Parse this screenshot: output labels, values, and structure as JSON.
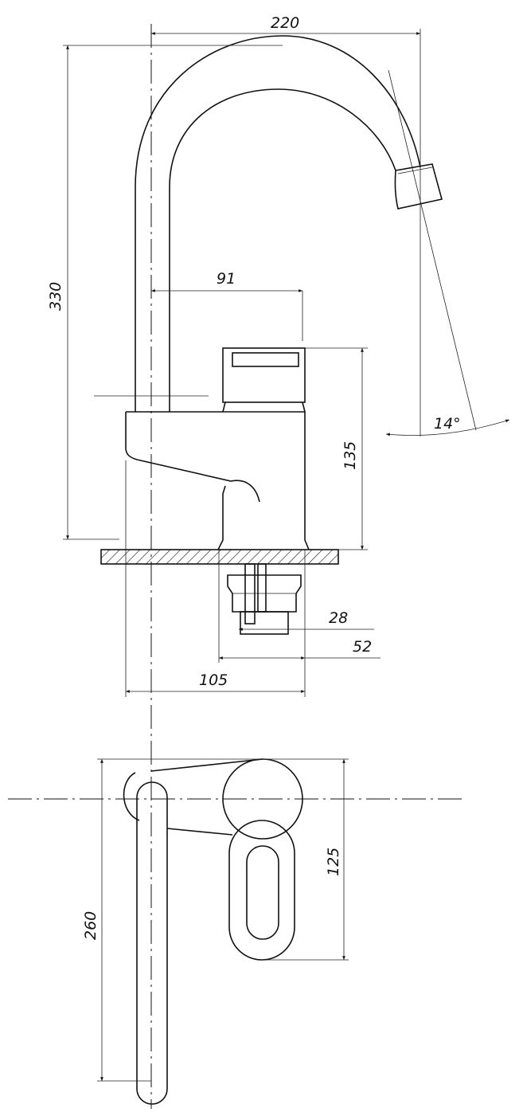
{
  "drawing": {
    "title": "Faucet technical drawing",
    "dimensions": {
      "total_reach": "220",
      "total_height": "330",
      "handle_offset": "91",
      "body_height": "135",
      "spout_angle": "14°",
      "thread_diameter": "28",
      "nut_width": "52",
      "base_width": "105",
      "top_view_length": "260",
      "top_view_width": "125"
    },
    "colors": {
      "line": "#111111",
      "background": "#ffffff"
    }
  }
}
